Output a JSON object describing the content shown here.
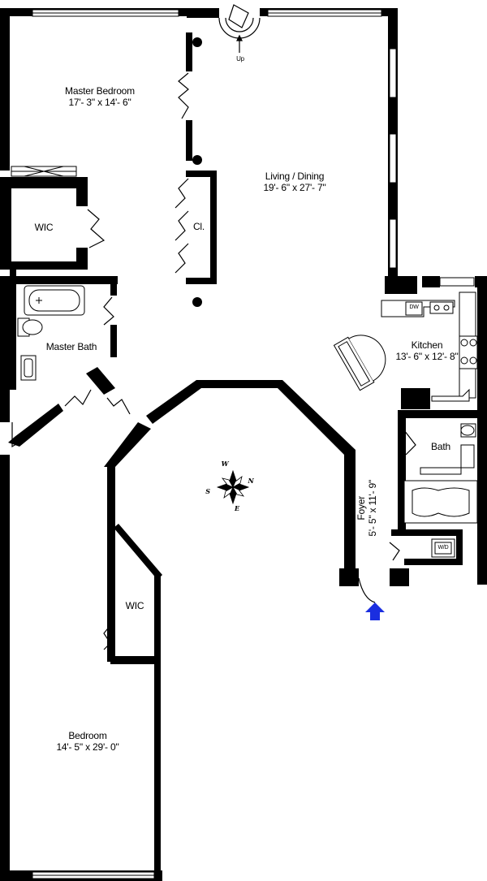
{
  "rooms": {
    "master_bedroom": {
      "name": "Master Bedroom",
      "dims": "17'- 3\" x 14'- 6\""
    },
    "living_dining": {
      "name": "Living / Dining",
      "dims": "19'- 6\" x 27'- 7\""
    },
    "wic_master": {
      "name": "WIC"
    },
    "closet": {
      "name": "Cl."
    },
    "master_bath": {
      "name": "Master Bath"
    },
    "kitchen": {
      "name": "Kitchen",
      "dims": "13'- 6\" x 12'- 8\""
    },
    "bath": {
      "name": "Bath"
    },
    "foyer": {
      "name": "Foyer",
      "dims": "5'- 5\" x 11'- 9\""
    },
    "wic_bedroom": {
      "name": "WIC"
    },
    "bedroom": {
      "name": "Bedroom",
      "dims": "14'- 5\" x 29'- 0\""
    }
  },
  "fixtures": {
    "stair_label": "Up",
    "dishwasher": "DW",
    "washer_dryer": "W/D"
  },
  "compass": {
    "n": "N",
    "s": "S",
    "e": "E",
    "w": "W"
  },
  "colors": {
    "wall": "#000000",
    "entry_arrow": "#1a2ee0"
  }
}
